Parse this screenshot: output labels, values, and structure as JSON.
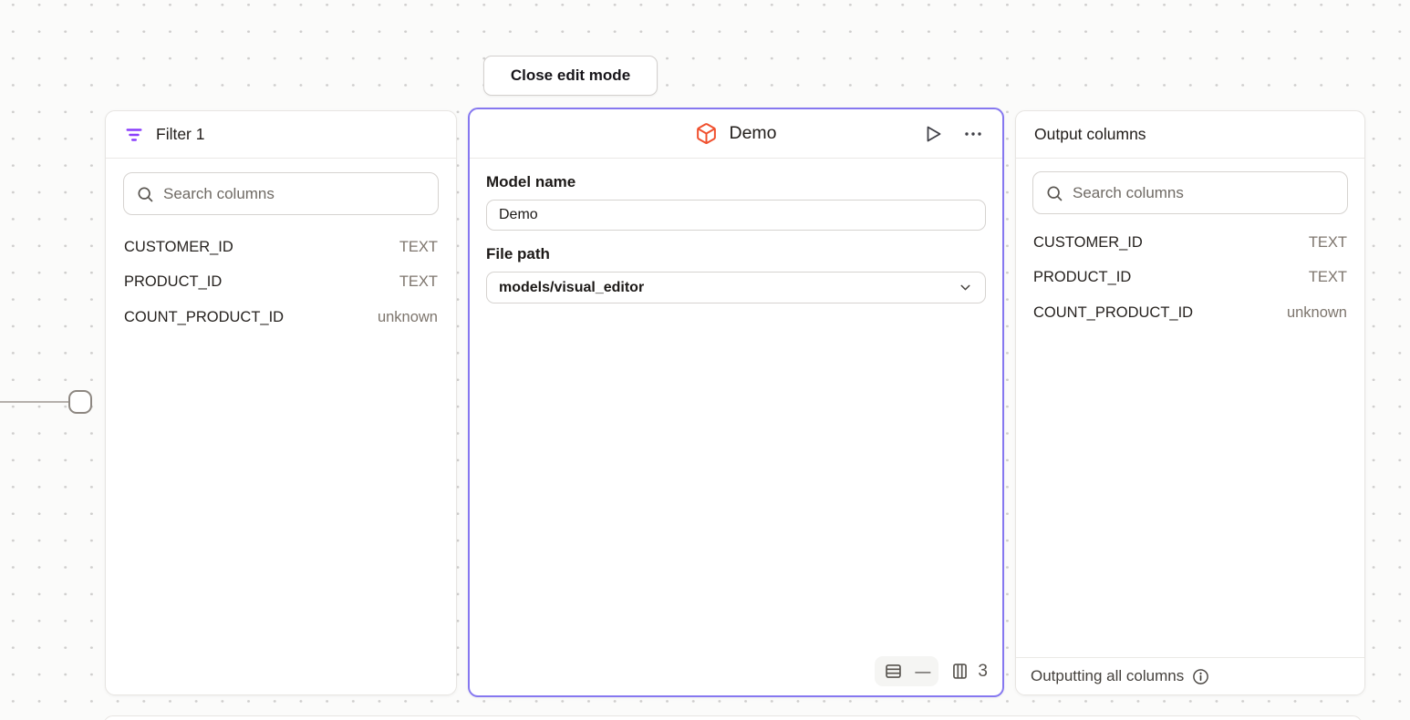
{
  "close_button": {
    "label": "Close edit mode"
  },
  "filter_panel": {
    "title": "Filter 1",
    "search_placeholder": "Search columns",
    "columns": [
      {
        "name": "CUSTOMER_ID",
        "type": "TEXT"
      },
      {
        "name": "PRODUCT_ID",
        "type": "TEXT"
      },
      {
        "name": "COUNT_PRODUCT_ID",
        "type": "unknown"
      }
    ]
  },
  "model_panel": {
    "title": "Demo",
    "model_name_label": "Model name",
    "model_name_value": "Demo",
    "file_path_label": "File path",
    "file_path_value": "models/visual_editor",
    "row_count": "—",
    "column_count": "3"
  },
  "output_panel": {
    "title": "Output columns",
    "search_placeholder": "Search columns",
    "columns": [
      {
        "name": "CUSTOMER_ID",
        "type": "TEXT"
      },
      {
        "name": "PRODUCT_ID",
        "type": "TEXT"
      },
      {
        "name": "COUNT_PRODUCT_ID",
        "type": "unknown"
      }
    ],
    "footer_text": "Outputting all columns"
  },
  "icons": {
    "filter_panel_header": "filter-icon",
    "search_fields": "search-icon",
    "model_panel_header": "model-cube-icon",
    "model_run": "play-icon",
    "model_menu": "ellipsis-icon",
    "file_path_dropdown": "chevron-down-icon",
    "rows_stat": "rows-icon",
    "columns_stat": "columns-icon",
    "output_footer": "info-icon"
  },
  "colors": {
    "selected_panel_border": "#8678f0",
    "filter_icon_purple": "#8a3ffc",
    "model_icon_orange": "#f0502e",
    "canvas_background": "#fbfbfa",
    "muted_text": "#7d756d"
  }
}
